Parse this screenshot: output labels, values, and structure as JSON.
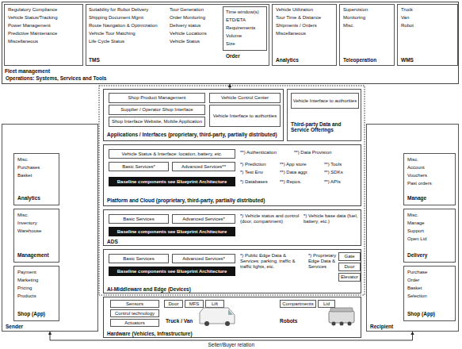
{
  "diagram": {
    "nodes": [
      {
        "text": [
          "Operations: Systems, Services and Tools"
        ]
      },
      {
        "text": [
          "Regulatory Compliance",
          "Vehicle Status/Tracking",
          "Power Management",
          "Predictive Maintenance",
          "Miscellaneous",
          "Fleet management"
        ],
        "in": 0
      },
      {
        "text": [
          "Suitability for Robot Delivery",
          "Shipping Document Mgmt",
          "Route Navigation & Optimization",
          "Vehicle Tour Matching",
          "Life Cycle Status",
          "Tour Generation",
          "Order Monitoring",
          "Delivery status",
          "Vehicle Locations",
          "Vehicle Status",
          "TMS"
        ],
        "in": 0
      },
      {
        "text": [
          "Time window(s)",
          "ETD/ETA",
          "Requirements",
          "Volume",
          "Size",
          "Order"
        ],
        "in": 2
      },
      {
        "text": [
          "Vehicle Utilization",
          "Tour Time & Distance",
          "Shipments / Orders",
          "Miscellaneous",
          "Analytics"
        ],
        "in": 0
      },
      {
        "text": [
          "Supervision",
          "Monitoring",
          "Misc.",
          "Teleoperation"
        ],
        "in": 0
      },
      {
        "text": [
          "Truck",
          "Van",
          "Robot",
          "WMS"
        ],
        "in": 0
      },
      {
        "text": [
          "Sender"
        ]
      },
      {
        "text": [
          "Misc.",
          "Purchases",
          "Basket",
          "Analytics"
        ],
        "in": 7
      },
      {
        "text": [
          "Misc.",
          "Inventory",
          "Warehouse",
          "Management"
        ],
        "in": 7
      },
      {
        "text": [
          "Payment",
          "Marketing",
          "Pricing",
          "Products",
          "Shop (App)"
        ],
        "in": 7
      },
      {
        "text": [
          "Recipient"
        ]
      },
      {
        "text": [
          "Misc.",
          "Account",
          "Vouchers",
          "Past orders",
          "Manage"
        ],
        "in": 11
      },
      {
        "text": [
          "Misc.",
          "Manage",
          "Support",
          "Open Lid",
          "Delivery"
        ],
        "in": 11
      },
      {
        "text": [
          "Purchase",
          "Order",
          "Basket",
          "Selection",
          "Shop (App)"
        ],
        "in": 11
      },
      {
        "text": [
          "Applications / Interfaces (proprietary, third-party, partially distributed)"
        ]
      },
      {
        "text": [
          "Shop Product Management"
        ],
        "in": 15
      },
      {
        "text": [
          "Supplier / Operator Shop Interface"
        ],
        "in": 15
      },
      {
        "text": [
          "Shop Interface Website, Mobile Application"
        ],
        "in": 15
      },
      {
        "text": [
          "Vehicle Control Center"
        ],
        "in": 15
      },
      {
        "text": [
          "Vehicle Interface to authorities"
        ],
        "in": 15
      },
      {
        "text": [
          "Third-party Data and Service Offerings"
        ]
      },
      {
        "text": [
          "Vehicle Interface to authorities"
        ],
        "in": 21
      },
      {
        "text": [
          "Platform and Cloud (proprietary, third-party, partially distributed)",
          "**) Authentication",
          "**) Data Provision",
          "*) Prediction",
          "**) App store",
          "**) Tools",
          "*) Test Env",
          "**) Data aggr.",
          "**) SDKs",
          "*) Databases",
          "**) Repos.",
          "**) APIs"
        ]
      },
      {
        "text": [
          "Vehicle Status & Interface: location, battery, etc."
        ],
        "in": 23
      },
      {
        "text": [
          "Basic Services*"
        ],
        "in": 23
      },
      {
        "text": [
          "Advanced Services**"
        ],
        "in": 23
      },
      {
        "text": [
          "Baseline components see Blueprint Architecture"
        ],
        "in": 23
      },
      {
        "text": [
          "ADS",
          "*) Vehicle status and control (door, compartment)",
          "*) Vehicle base data (fuel, battery, etc.)"
        ]
      },
      {
        "text": [
          "Basic Services"
        ],
        "in": 28
      },
      {
        "text": [
          "Advanced Services*"
        ],
        "in": 28
      },
      {
        "text": [
          "Baseline components see Blueprint Architecture"
        ],
        "in": 28
      },
      {
        "text": [
          "AI-Middleware and Edge (Devices)",
          "*) Public Edge Data & Services: parking, traffic & traffic lights, etc.",
          "*) Proprietary Edge Data & Services"
        ]
      },
      {
        "text": [
          "Basic Services"
        ],
        "in": 32
      },
      {
        "text": [
          "Advanced Services*"
        ],
        "in": 32
      },
      {
        "text": [
          "Baseline components see Blueprint Architecture"
        ],
        "in": 32
      },
      {
        "text": [
          "Gate"
        ],
        "in": 32
      },
      {
        "text": [
          "Door"
        ],
        "in": 32
      },
      {
        "text": [
          "Elevator"
        ],
        "in": 32
      },
      {
        "text": [
          "Hardware (Vehicles, Infrastructure)",
          "Truck / Van",
          "Robots"
        ]
      },
      {
        "text": [
          "Sensors"
        ],
        "in": 39
      },
      {
        "text": [
          "Control technology"
        ],
        "in": 39
      },
      {
        "text": [
          "Actuators"
        ],
        "in": 39
      },
      {
        "text": [
          "Door"
        ],
        "in": 39
      },
      {
        "text": [
          "MFS"
        ],
        "in": 39
      },
      {
        "text": [
          "Lift"
        ],
        "in": 39
      },
      {
        "text": [
          "Compartments"
        ],
        "in": 39
      },
      {
        "text": [
          "Lid"
        ],
        "in": 39
      }
    ],
    "edges": [
      {
        "from": 15,
        "to": 0,
        "arrow": "to"
      },
      {
        "from": 7,
        "to": 11,
        "label": "Seller/Buyer relation",
        "arrow": "both"
      }
    ]
  }
}
